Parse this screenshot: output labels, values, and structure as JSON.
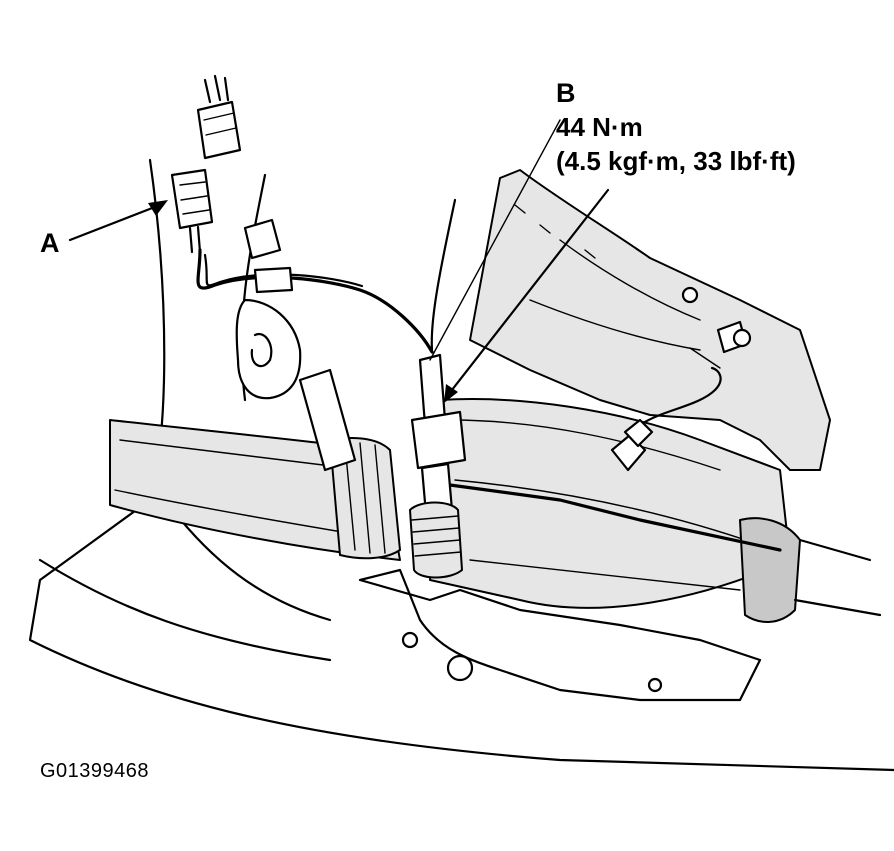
{
  "labels": {
    "callout_a": "A",
    "callout_b": "B",
    "torque_primary": "44 N·m",
    "torque_secondary": "(4.5 kgf·m, 33 lbf·ft)"
  },
  "figure_id": "G01399468"
}
